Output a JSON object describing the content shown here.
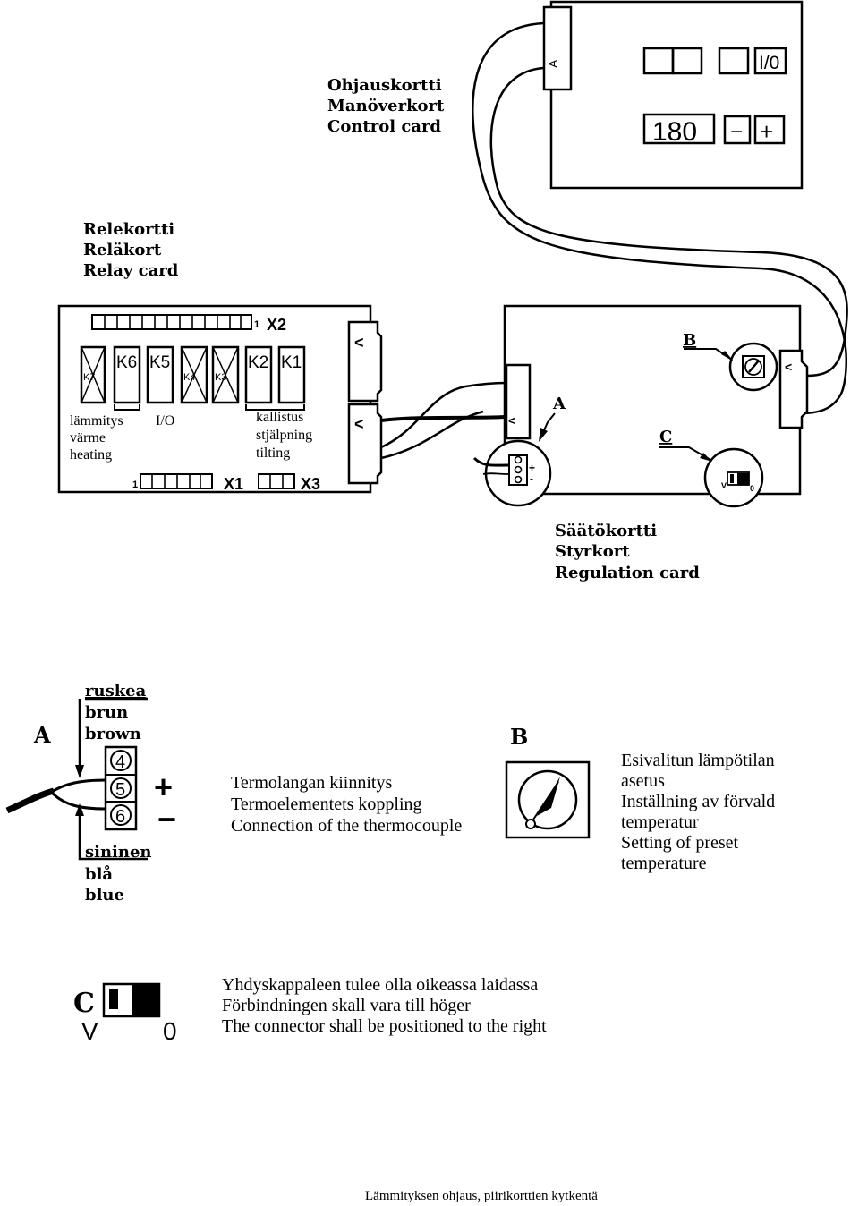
{
  "control_card": {
    "title_fi": "Ohjauskortti",
    "title_sv": "Manöverkort",
    "title_en": "Control card",
    "display_value": "180",
    "power_label": "I/0",
    "minus_label": "−",
    "plus_label": "+",
    "connector_label": "A"
  },
  "relay_card": {
    "title_fi": "Relekortti",
    "title_sv": "Reläkort",
    "title_en": "Relay card",
    "x2_pin": "1",
    "x2_label": "X2",
    "relays": [
      "K7",
      "K6",
      "K5",
      "K4",
      "K3",
      "K2",
      "K1"
    ],
    "heating_fi": "lämmitys",
    "heating_sv": "värme",
    "heating_en": "heating",
    "io_label": "I/O",
    "tilting_fi": "kallistus",
    "tilting_sv": "stjälpning",
    "tilting_en": "tilting",
    "x1_pin": "1",
    "x1_label": "X1",
    "x3_label": "X3"
  },
  "regulation_card": {
    "title_fi": "Säätökortti",
    "title_sv": "Styrkort",
    "title_en": "Regulation card",
    "callout_a": "A",
    "callout_b": "B",
    "callout_c": "C",
    "plus": "+",
    "minus": "-",
    "switch_v": "V",
    "switch_0": "0"
  },
  "detail_a": {
    "letter": "A",
    "brown_fi": "ruskea",
    "brown_sv": "brun",
    "brown_en": "brown",
    "terminals": [
      "4",
      "5",
      "6"
    ],
    "plus": "+",
    "minus": "−",
    "blue_fi": "sininen",
    "blue_sv": "blå",
    "blue_en": "blue",
    "desc_fi": "Termolangan kiinnitys",
    "desc_sv": "Termoelementets koppling",
    "desc_en": "Connection of the thermocouple"
  },
  "detail_b": {
    "letter": "B",
    "desc_fi_1": "Esivalitun lämpötilan",
    "desc_fi_2": "asetus",
    "desc_sv_1": "Inställning av förvald",
    "desc_sv_2": "temperatur",
    "desc_en_1": "Setting of preset",
    "desc_en_2": "temperature"
  },
  "detail_c": {
    "letter": "C",
    "v_label": "V",
    "zero_label": "0",
    "desc_fi": "Yhdyskappaleen tulee olla oikeassa laidassa",
    "desc_sv": "Förbindningen skall vara till höger",
    "desc_en": "The connector shall be positioned to the right"
  },
  "caption": "Lämmityksen ohjaus, piirikorttien kytkentä"
}
